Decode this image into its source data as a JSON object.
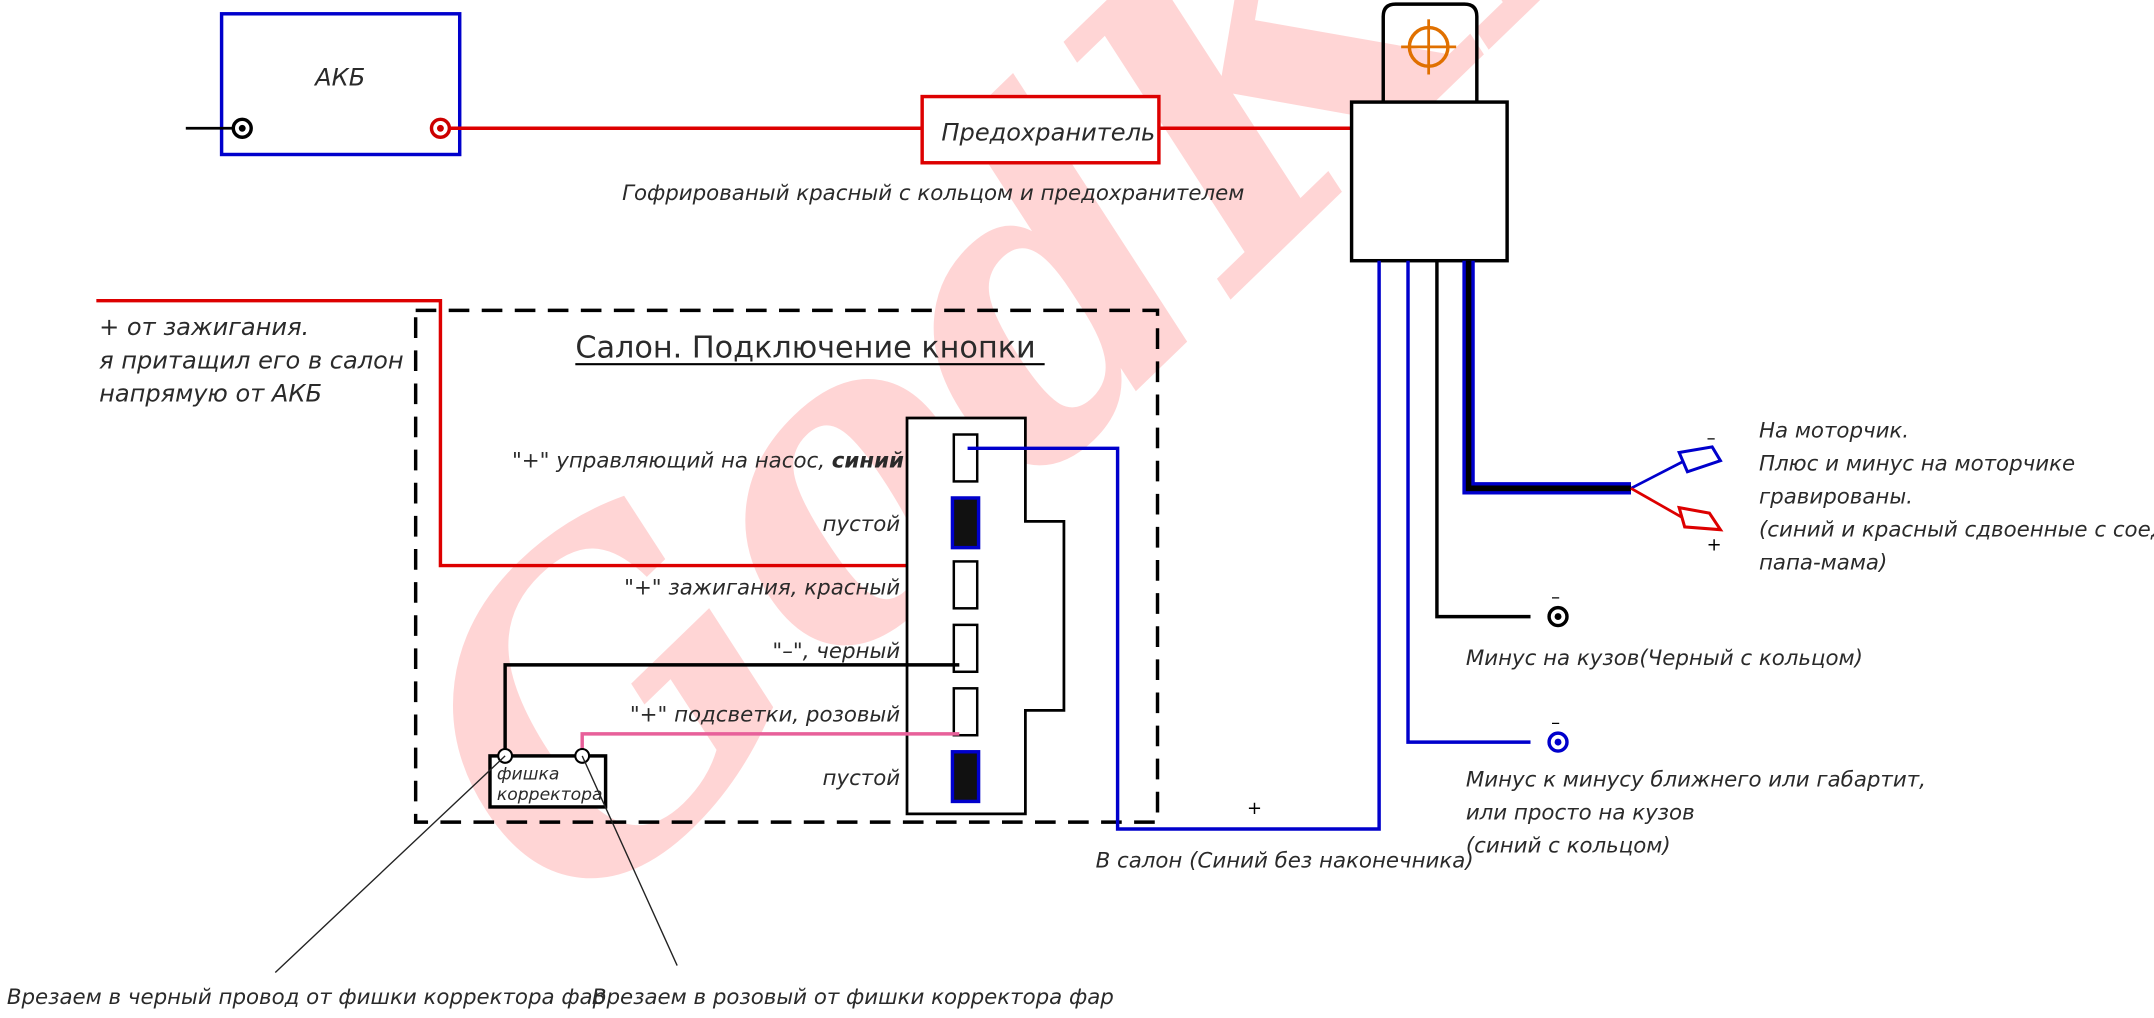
{
  "watermark": {
    "text": "GodKIM",
    "color": "#ff0000"
  },
  "colors": {
    "red_wire": "#dd0000",
    "blue_wire": "#0000cc",
    "black_wire": "#000000",
    "pink_wire": "#e8609a",
    "fuse_ring": "#cc0000",
    "relay_mark": "#e07000"
  },
  "battery": {
    "label": "АКБ",
    "minus": "–"
  },
  "fuse": {
    "label": "Предохранитель"
  },
  "fuse_wire_label": "Гофрированый красный с кольцом и предохранителем",
  "ignition_note": [
    "+ от зажигания.",
    "я притащил его в салон",
    "напрямую от АКБ"
  ],
  "salon": {
    "title": "Салон. Подключение кнопки"
  },
  "button_pins": [
    {
      "label": "\"+\" управляющий на насос,",
      "emphasis": "синий",
      "state": "wire"
    },
    {
      "label": "пустой",
      "emphasis": "",
      "state": "empty"
    },
    {
      "label": "\"+\" зажигания, красный",
      "emphasis": "",
      "state": "wire"
    },
    {
      "label": "\"–\", черный",
      "emphasis": "",
      "state": "wire"
    },
    {
      "label": "\"+\" подсветки, розовый",
      "emphasis": "",
      "state": "wire"
    },
    {
      "label": "пустой",
      "emphasis": "",
      "state": "empty"
    }
  ],
  "corrector": {
    "lines": [
      "фишка",
      "корректора"
    ]
  },
  "cut_notes": {
    "black": "Врезаем в черный провод от фишки корректора фар",
    "pink": "Врезаем в розовый от фишки корректора фар"
  },
  "salon_wire": {
    "label": "В салон (Синий без наконечника)",
    "plus": "+"
  },
  "motor_note": [
    "На моторчик.",
    "Плюс и минус на моторчике",
    "гравированы.",
    "(синий и красный сдвоенные с соединением",
    "папа-мама)"
  ],
  "motor_terms": {
    "minus": "–",
    "plus": "+"
  },
  "ground_black": {
    "label": "Минус на кузов(Черный с кольцом)",
    "minus": "–"
  },
  "ground_blue": {
    "lines": [
      "Минус к минусу ближнего или габартит,",
      "или просто на кузов",
      "(синий с кольцом)"
    ],
    "minus": "–"
  }
}
